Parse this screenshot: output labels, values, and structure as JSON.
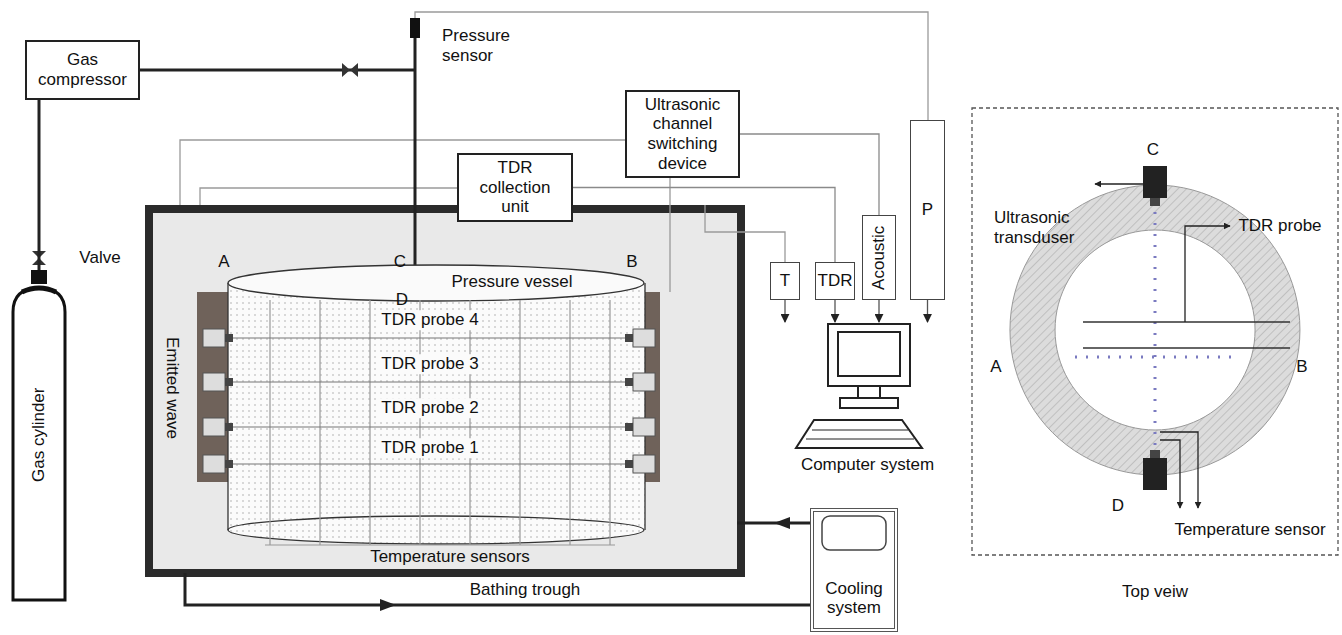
{
  "diagram": {
    "nodes": [
      {
        "text": [
          "Gas compressor"
        ]
      },
      {
        "text": [
          "Gas cylinder"
        ]
      },
      {
        "text": [
          "Ultrasonic channel switching device"
        ]
      },
      {
        "text": [
          "TDR collection unit"
        ]
      },
      {
        "text": [
          "T"
        ]
      },
      {
        "text": [
          "TDR"
        ]
      },
      {
        "text": [
          "Acoustic"
        ]
      },
      {
        "text": [
          "P"
        ]
      },
      {
        "text": [
          "Cooling system"
        ]
      },
      {
        "text": [
          "Computer system"
        ]
      }
    ],
    "edges": [
      {
        "from": 1,
        "to": 0,
        "arrow": "none"
      },
      {
        "from": 2,
        "to": 6,
        "arrow": "none"
      },
      {
        "from": 3,
        "to": 5,
        "arrow": "none"
      },
      {
        "from": 4,
        "to": 9,
        "arrow": "to"
      },
      {
        "from": 5,
        "to": 9,
        "arrow": "to"
      },
      {
        "from": 6,
        "to": 9,
        "arrow": "to"
      },
      {
        "from": 7,
        "to": 9,
        "arrow": "to"
      }
    ],
    "labels": [
      "Pressure sensor",
      "Valve",
      "A",
      "B",
      "C",
      "D",
      "Pressure vessel",
      "Emitted wave",
      "TDR probe 4",
      "TDR probe 3",
      "TDR probe 2",
      "TDR probe 1",
      "Temperature sensors",
      "Bathing trough",
      "Ultrasonic transduser",
      "C",
      "TDR probe",
      "A",
      "B",
      "D",
      "Temperature sensor",
      "Top veiw"
    ]
  }
}
